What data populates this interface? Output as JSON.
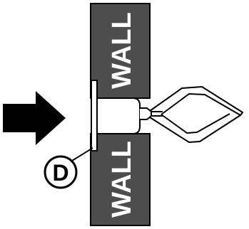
{
  "diagram": {
    "wall_label_top": "WALL",
    "wall_label_bottom": "WALL",
    "callout_label": "D",
    "wall_color": "#4d4d4d",
    "ink_color": "#000000",
    "background": "#ffffff"
  }
}
